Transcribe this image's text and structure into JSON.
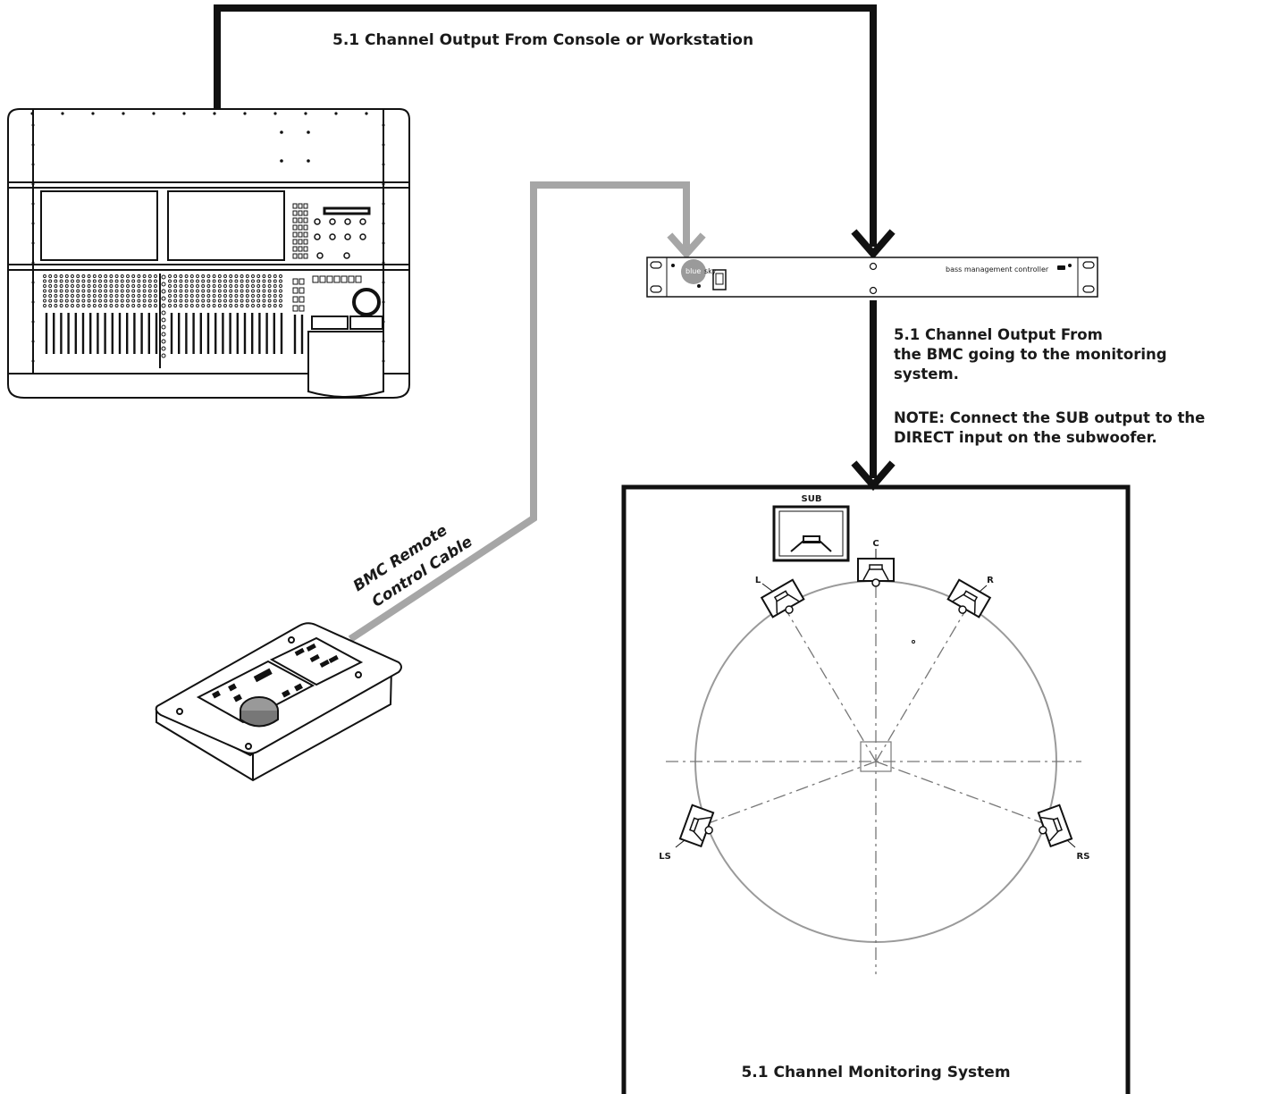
{
  "labels": {
    "top_cable": "5.1 Channel Output From Console or Workstation",
    "bmc_output_line1": "5.1 Channel Output From",
    "bmc_output_line2": "the BMC going to the monitoring",
    "bmc_output_line3": "system.",
    "note_line1": "NOTE: Connect the SUB output to the",
    "note_line2": "DIRECT input on the subwoofer.",
    "remote_cable_line1": "BMC Remote",
    "remote_cable_line2": "Control Cable",
    "monitoring_system": "5.1 Channel Monitoring System"
  },
  "rack_unit": {
    "brand_left": "blue",
    "brand_right": "sky",
    "product_name": "bass management controller"
  },
  "speakers": {
    "sub": "SUB",
    "center": "C",
    "left": "L",
    "right": "R",
    "left_surround": "LS",
    "right_surround": "RS"
  },
  "colors": {
    "line": "#111111",
    "remote_cable": "#a6a6a6",
    "circle": "#9a9a9a",
    "logo": "#9a9a9a"
  }
}
